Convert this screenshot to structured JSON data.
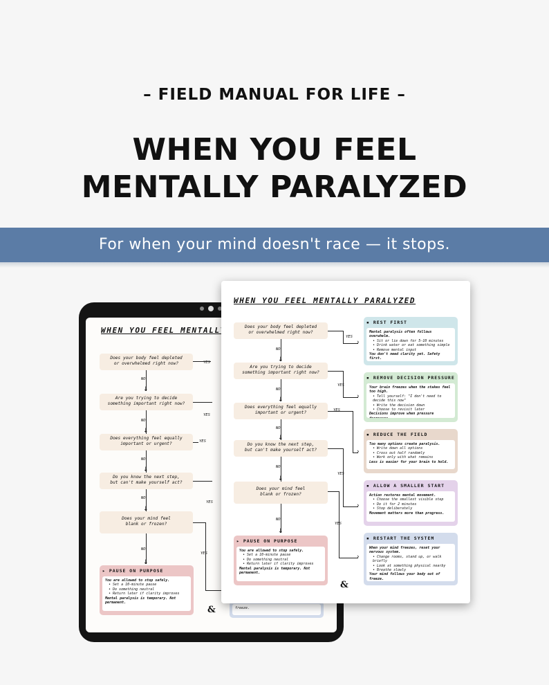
{
  "header": {
    "kicker": "– FIELD MANUAL FOR LIFE –",
    "title_line1": "WHEN YOU FEEL",
    "title_line2": "MENTALLY PARALYZED",
    "tagline": "For when your mind doesn't race — it stops."
  },
  "sheet": {
    "title": "WHEN YOU FEEL MENTALLY PARALYZED",
    "yes_label": "YES",
    "no_label": "NO",
    "logo": "&",
    "questions": [
      {
        "l1": "Does your body feel depleted",
        "l2": "or overwhelmed right now?"
      },
      {
        "l1": "Are you trying to decide",
        "l2": "something important right now?"
      },
      {
        "l1": "Does everything feel equally",
        "l2": "important or urgent?"
      },
      {
        "l1": "Do you know the next step,",
        "l2": "but can't make yourself act?"
      },
      {
        "l1": "Does your mind feel",
        "l2": "blank or frozen?"
      }
    ],
    "results": [
      {
        "title": "REST FIRST",
        "lead": "Mental paralysis often follows overwhelm.",
        "items": [
          "Sit or lie down for 5–10 minutes",
          "Drink water or eat something simple",
          "Remove mental input"
        ],
        "close": "You don't need clarity yet. Safety first."
      },
      {
        "title": "REMOVE DECISION PRESSURE",
        "lead": "Your brain freezes when the stakes feel too high.",
        "items": [
          "Tell yourself: \"I don't need to decide this now\"",
          "Write the decision down",
          "Choose to revisit later"
        ],
        "close": "Decisions improve when pressure decreases."
      },
      {
        "title": "REDUCE THE FIELD",
        "lead": "Too many options create paralysis.",
        "items": [
          "Write down all options",
          "Cross out half randomly",
          "Work only with what remains"
        ],
        "close": "Less is easier for your brain to hold."
      },
      {
        "title": "ALLOW A SMALLER START",
        "lead": "Action restores mental movement.",
        "items": [
          "Choose the smallest visible step",
          "Do it for 2 minutes",
          "Stop deliberately"
        ],
        "close": "Movement matters more than progress."
      },
      {
        "title": "RESTART THE SYSTEM",
        "lead": "When your mind freezes, reset your nervous system.",
        "items": [
          "Change rooms, stand up, or walk briefly",
          "Look at something physical nearby",
          "Breathe slowly"
        ],
        "close": "Your mind follows your body out of freeze."
      }
    ],
    "pause": {
      "title": "PAUSE ON PURPOSE",
      "lead": "You are allowed to stop safely.",
      "items": [
        "Set a 10-minute pause",
        "Do something neutral",
        "Return later if clarity improves"
      ],
      "close": "Mental paralysis is temporary. Not permanent."
    },
    "tablet_partial_text": "freeze."
  },
  "colors": {
    "band": "#5b7ca6",
    "rest": "#cfe6ea",
    "decision": "#d3ead3",
    "reduce": "#e8d8cc",
    "smaller": "#e4d2ea",
    "restart": "#d3dcec",
    "pause": "#ecc6c6",
    "question": "#f7ede2"
  }
}
